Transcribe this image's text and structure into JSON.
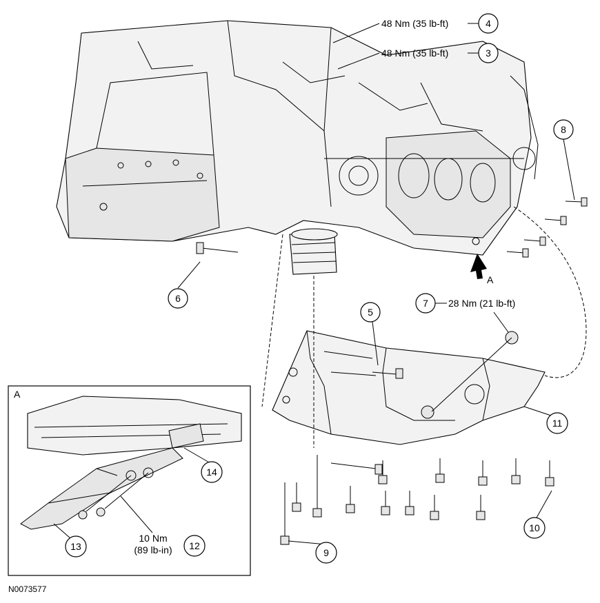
{
  "figure_id": "N0073577",
  "detail_label": "A",
  "arrow_label": "A",
  "callouts": [
    {
      "number": "3",
      "torque": "48 Nm (35 lb-ft)"
    },
    {
      "number": "4",
      "torque": "48 Nm (35 lb-ft)"
    },
    {
      "number": "5",
      "torque": ""
    },
    {
      "number": "6",
      "torque": ""
    },
    {
      "number": "7",
      "torque": "28 Nm (21 lb-ft)"
    },
    {
      "number": "8",
      "torque": ""
    },
    {
      "number": "9",
      "torque": ""
    },
    {
      "number": "10",
      "torque": ""
    },
    {
      "number": "11",
      "torque": ""
    },
    {
      "number": "12",
      "torque_line1": "10 Nm",
      "torque_line2": "(89 lb-in)"
    },
    {
      "number": "13",
      "torque": ""
    },
    {
      "number": "14",
      "torque": ""
    }
  ]
}
